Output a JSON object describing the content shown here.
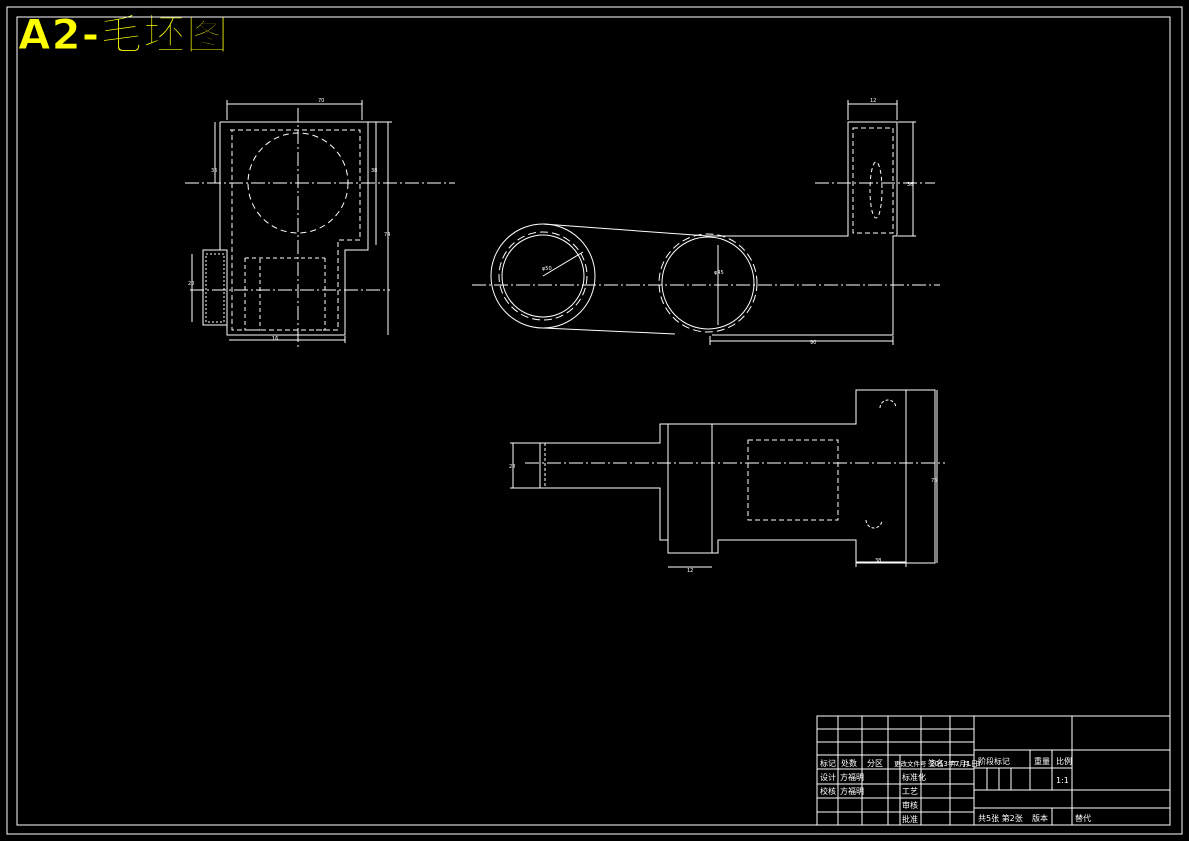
{
  "title": "A2-毛坯图",
  "title_block": {
    "row_labels": [
      "标记",
      "处数",
      "分区",
      "更改文件号",
      "签名",
      "年、月、日"
    ],
    "design": "设计",
    "designer": "方福明",
    "standardize": "标准化",
    "check": "校核",
    "checker": "方福明",
    "process": "工艺",
    "review": "审核",
    "approve": "批准",
    "date": "2013年7月1日",
    "stage_mark": "阶段标记",
    "weight": "重量",
    "scale": "比例",
    "scale_value": "1:1",
    "sheets": "共5张 第2张",
    "version": "版本",
    "replace": "替代"
  },
  "dimensions": {
    "d1": "70",
    "d2": "36",
    "d3": "38",
    "d4": "74",
    "d5": "20",
    "d6": "16",
    "d7": "12",
    "d8": "φ50",
    "d9": "φ45",
    "d10": "36",
    "d11": "90",
    "d12": "28",
    "d13": "75",
    "d14": "12",
    "d15": "38"
  },
  "colors": {
    "title": "#ffff00",
    "line": "#ffffff",
    "background": "#000000"
  }
}
